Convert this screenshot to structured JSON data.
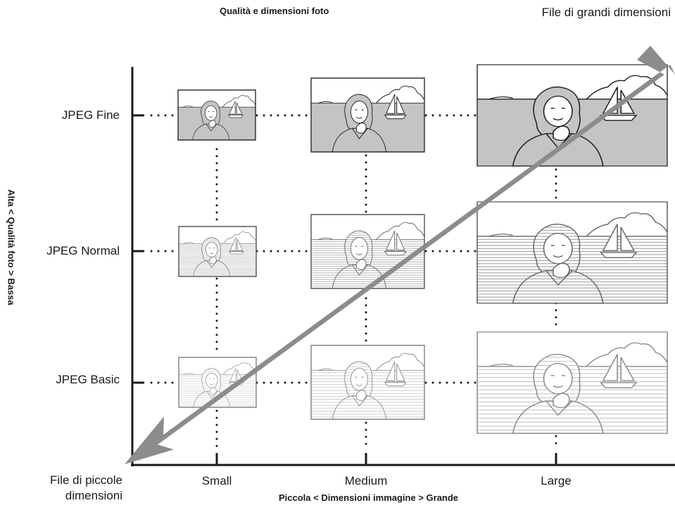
{
  "title": "Qualità e dimensioni foto",
  "large_files_label": "File di grandi dimensioni",
  "small_files_label": "File di piccole dimensioni",
  "x_axis_title": "Piccola < Dimensioni immagine > Grande",
  "y_axis_title": "Alta < Qualità foto > Bassa",
  "rows": [
    "JPEG Fine",
    "JPEG Normal",
    "JPEG Basic"
  ],
  "columns": [
    "Small",
    "Medium",
    "Large"
  ],
  "arrow_color": "#8c8c8c",
  "photo_icon": "portrait-with-sailboat-photo"
}
